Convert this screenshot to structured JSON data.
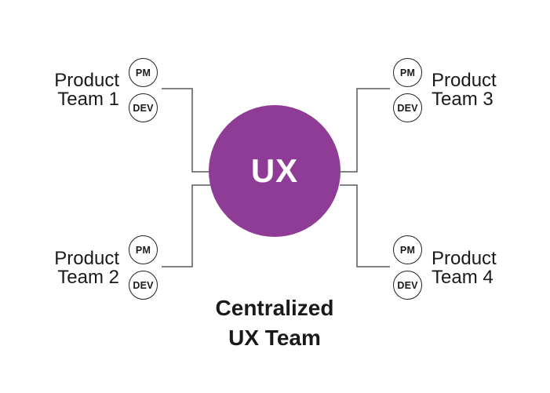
{
  "colors": {
    "background": "#ffffff",
    "center_fill": "#8e3c96",
    "center_text": "#ffffff",
    "connector": "#58595b",
    "role_border": "#231f20",
    "text": "#1a1a1a"
  },
  "center": {
    "label": "UX"
  },
  "caption": {
    "line1": "Centralized",
    "line2": "UX Team"
  },
  "teams": [
    {
      "name_line1": "Product",
      "name_line2": "Team 1",
      "pm_label": "PM",
      "dev_label": "DEV"
    },
    {
      "name_line1": "Product",
      "name_line2": "Team 2",
      "pm_label": "PM",
      "dev_label": "DEV"
    },
    {
      "name_line1": "Product",
      "name_line2": "Team 3",
      "pm_label": "PM",
      "dev_label": "DEV"
    },
    {
      "name_line1": "Product",
      "name_line2": "Team 4",
      "pm_label": "PM",
      "dev_label": "DEV"
    }
  ]
}
